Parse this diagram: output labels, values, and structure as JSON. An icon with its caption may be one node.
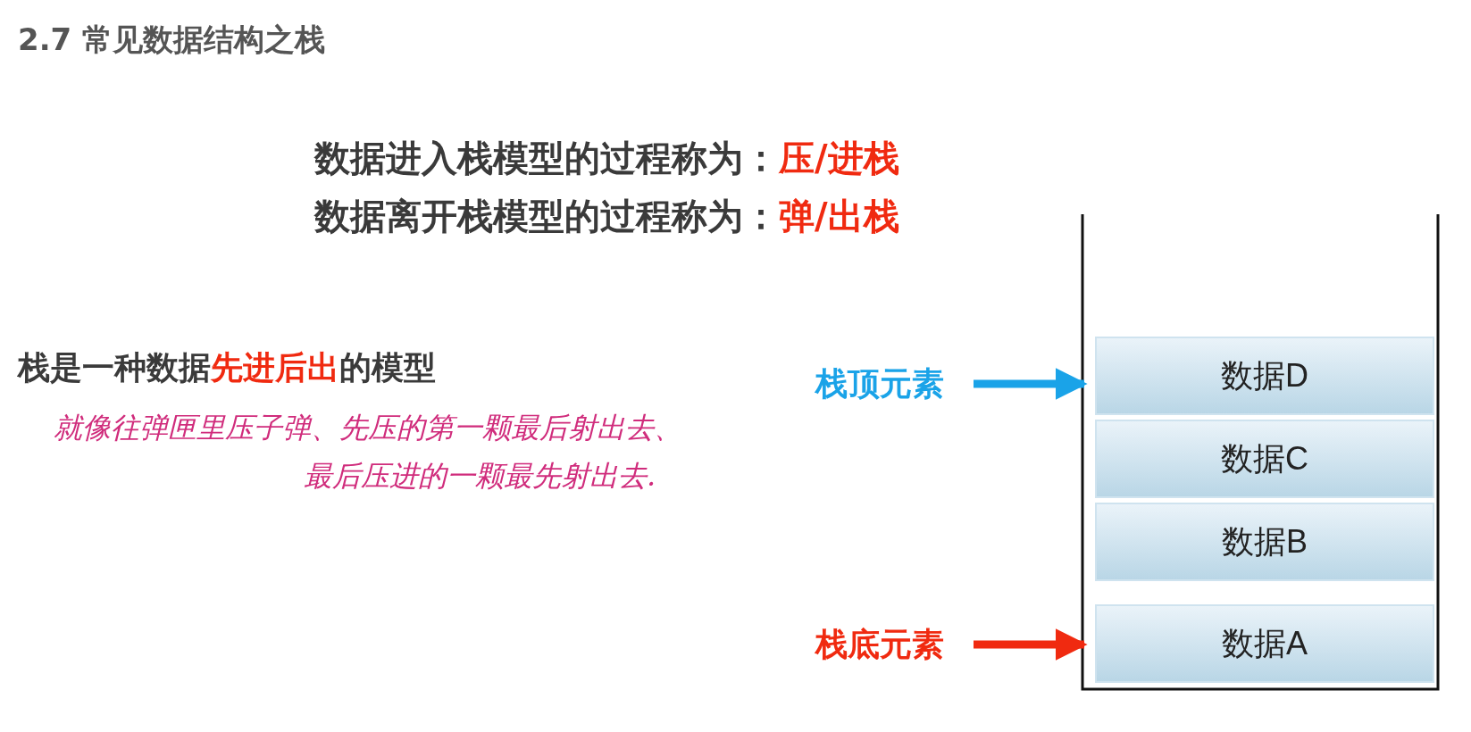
{
  "diagram": {
    "title": "2.7 常见数据结构之栈",
    "nodes": [
      {
        "text": [
          "栈顶元素"
        ]
      },
      {
        "text": [
          "数据D"
        ]
      },
      {
        "text": [
          "数据C"
        ]
      },
      {
        "text": [
          "数据B"
        ]
      },
      {
        "text": [
          "栈底元素"
        ]
      },
      {
        "text": [
          "数据A"
        ]
      }
    ],
    "edges": [
      {
        "from": 0,
        "to": 1,
        "arrow": "to",
        "color": "#1aa3e8"
      },
      {
        "from": 4,
        "to": 5,
        "arrow": "to",
        "color": "#f02a10"
      }
    ],
    "labels": [
      "数据进入栈模型的过程称为：**压/进栈**",
      "数据离开栈模型的过程称为：**弹/出栈**",
      "栈是一种数据**先进后出**的模型",
      "就像往弹匣里压子弹、先压的第一颗最后射出去、",
      "最后压进的一颗最先射出去."
    ]
  }
}
